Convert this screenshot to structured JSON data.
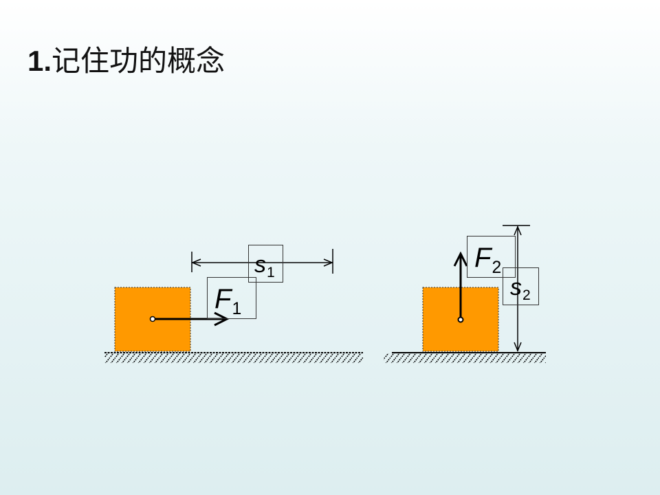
{
  "slide": {
    "title_number": "1.",
    "title_text": "记住功的概念"
  },
  "diagram_left": {
    "force_label": {
      "symbol": "F",
      "subscript": "1"
    },
    "displacement_label": {
      "symbol": "s",
      "subscript": "1"
    }
  },
  "diagram_right": {
    "force_label": {
      "symbol": "F",
      "subscript": "2"
    },
    "displacement_label": {
      "symbol": "s",
      "subscript": "2"
    }
  },
  "colors": {
    "block_fill": "#ff9900",
    "ink": "#000000",
    "background_top": "#ffffff",
    "background_bottom": "#ddeef0"
  }
}
